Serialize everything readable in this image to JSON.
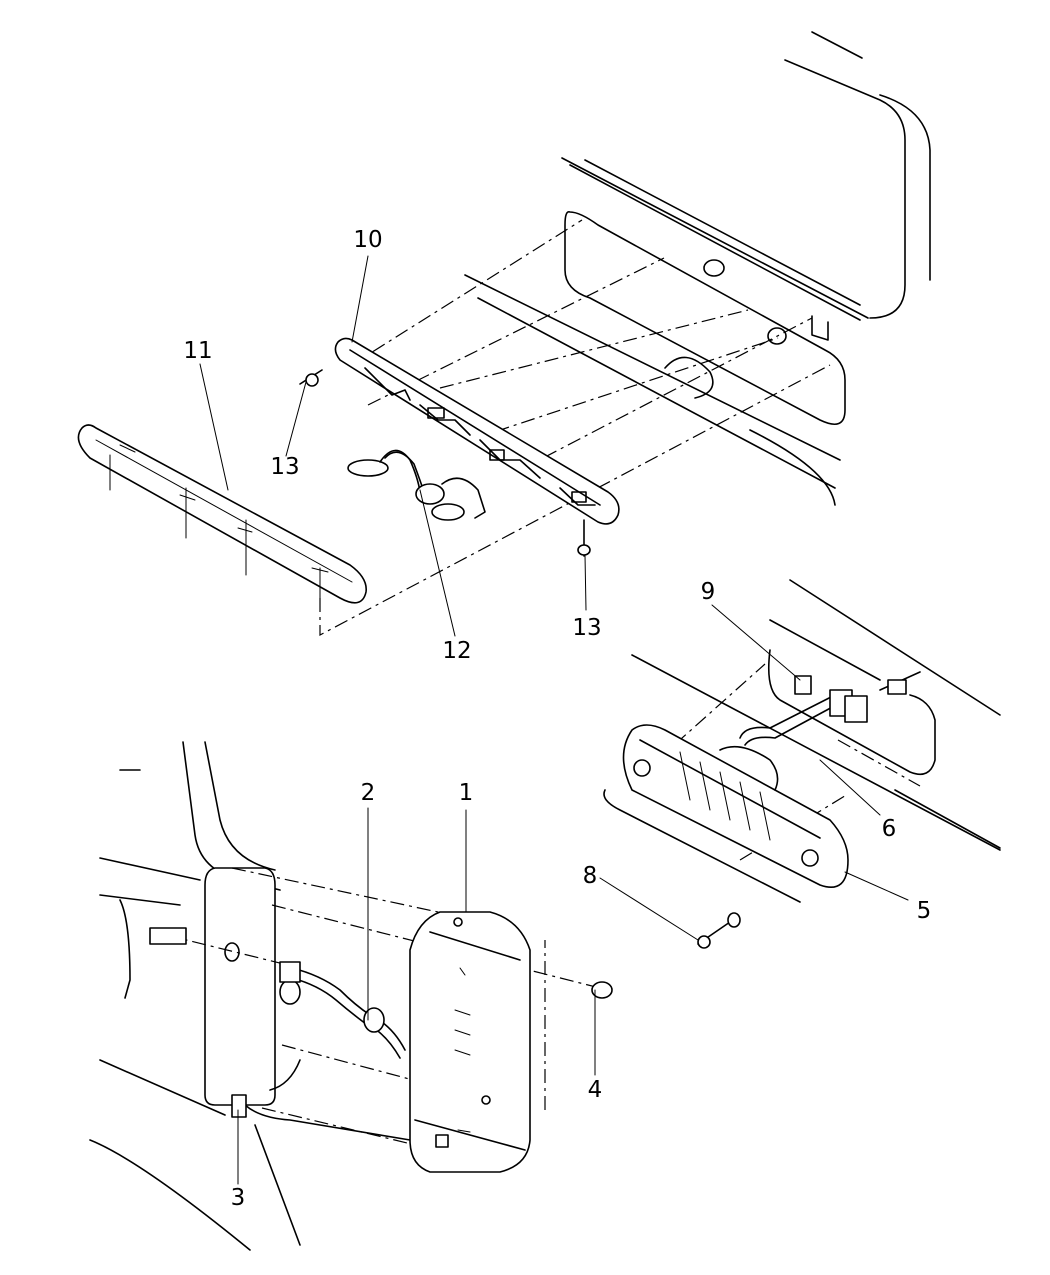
{
  "diagram": {
    "line_color": "#000000",
    "background": "#ffffff",
    "callouts": [
      {
        "id": "c1",
        "label": "1"
      },
      {
        "id": "c2",
        "label": "2"
      },
      {
        "id": "c3",
        "label": "3"
      },
      {
        "id": "c4",
        "label": "4"
      },
      {
        "id": "c5",
        "label": "5"
      },
      {
        "id": "c6",
        "label": "6"
      },
      {
        "id": "c8",
        "label": "8"
      },
      {
        "id": "c9",
        "label": "9"
      },
      {
        "id": "c10",
        "label": "10"
      },
      {
        "id": "c11",
        "label": "11"
      },
      {
        "id": "c12",
        "label": "12"
      },
      {
        "id": "c13a",
        "label": "13"
      },
      {
        "id": "c13b",
        "label": "13"
      }
    ]
  }
}
